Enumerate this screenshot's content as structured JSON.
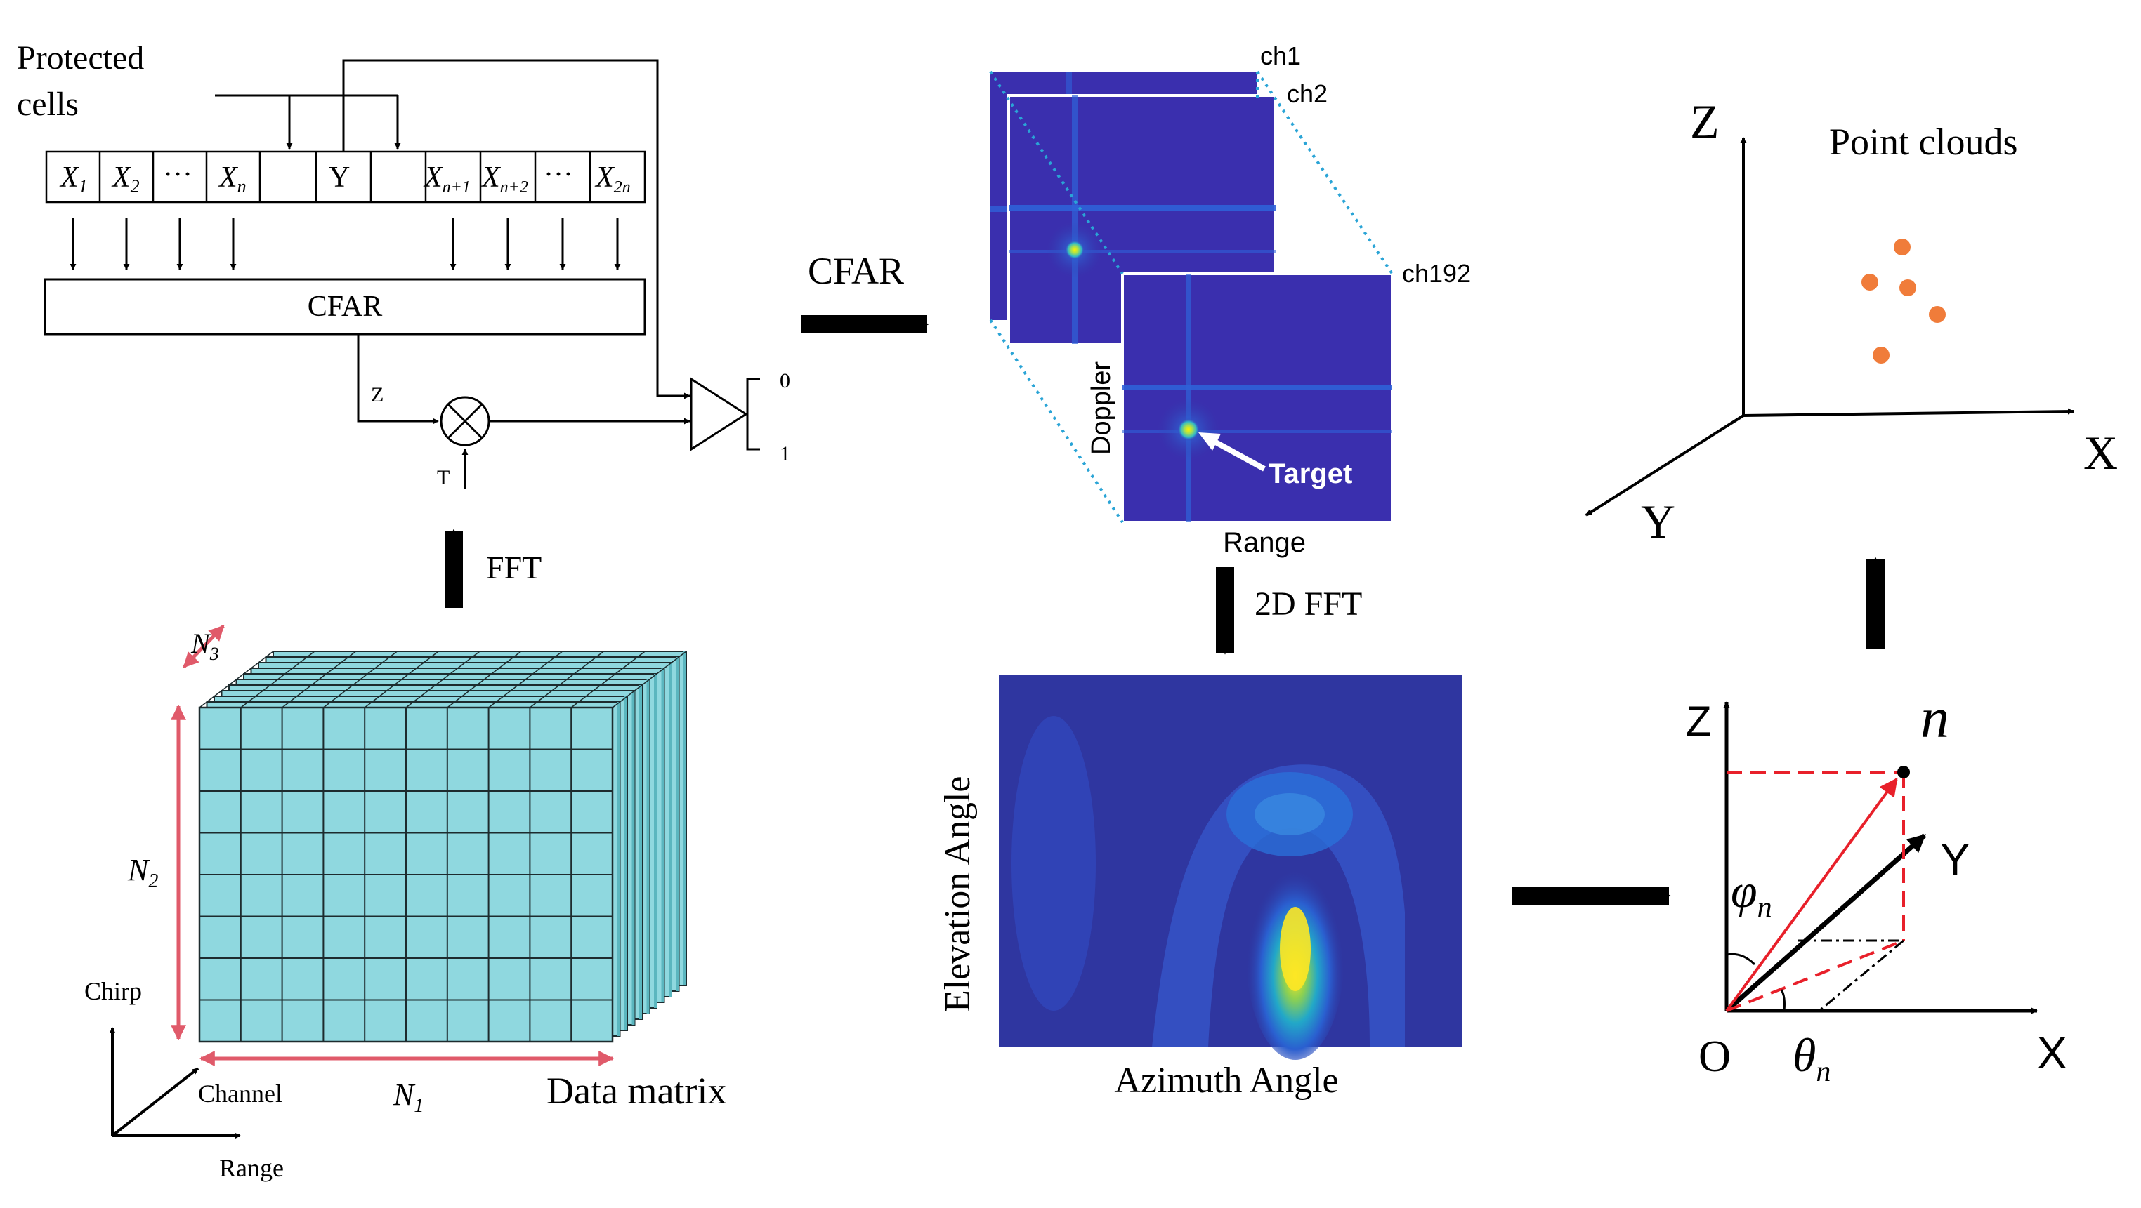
{
  "cfar_detector": {
    "protected_label_line1": "Protected",
    "protected_label_line2": "cells",
    "cells": {
      "x1": "X",
      "x1_sub": "1",
      "x2": "X",
      "x2_sub": "2",
      "dots_left": "···",
      "xn": "X",
      "xn_sub": "n",
      "y": "Y",
      "xn1": "X",
      "xn1_sub": "n+1",
      "xn2": "X",
      "xn2_sub": "n+2",
      "dots_right": "···",
      "x2n": "X",
      "x2n_sub": "2n"
    },
    "block_label": "CFAR",
    "z_label": "Z",
    "t_label": "T",
    "out_high": "0",
    "out_low": "1"
  },
  "data_matrix": {
    "fft_label": "FFT",
    "n3": "N",
    "n3_sub": "3",
    "n2": "N",
    "n2_sub": "2",
    "n1": "N",
    "n1_sub": "1",
    "title": "Data matrix",
    "axis_chirp": "Chirp",
    "axis_channel": "Channel",
    "axis_range": "Range"
  },
  "range_doppler": {
    "cfar_arrow_label": "CFAR",
    "ch1": "ch1",
    "ch2": "ch2",
    "ch192": "ch192",
    "doppler_label": "Doppler",
    "range_label": "Range",
    "target_label": "Target",
    "fft2d_label": "2D FFT"
  },
  "angle_map": {
    "ylabel": "Elevation Angle",
    "xlabel": "Azimuth Angle"
  },
  "point_cloud": {
    "title": "Point clouds",
    "axis_z": "Z",
    "axis_x": "X",
    "axis_y": "Y"
  },
  "geometry": {
    "axis_z": "Z",
    "axis_x": "X",
    "axis_y": "Y",
    "origin": "O",
    "point": "n",
    "phi": "φ",
    "phi_sub": "n",
    "theta": "θ",
    "theta_sub": "n"
  },
  "colors": {
    "cube": "#8fd8df",
    "cube_dark": "#5bb6bf",
    "matrix_dim": "#e05a6a",
    "heat_bg": "#3a2fae",
    "dashed_blue": "#2aa4d6",
    "point_orange": "#f07c3a",
    "red": "#e8202a"
  }
}
